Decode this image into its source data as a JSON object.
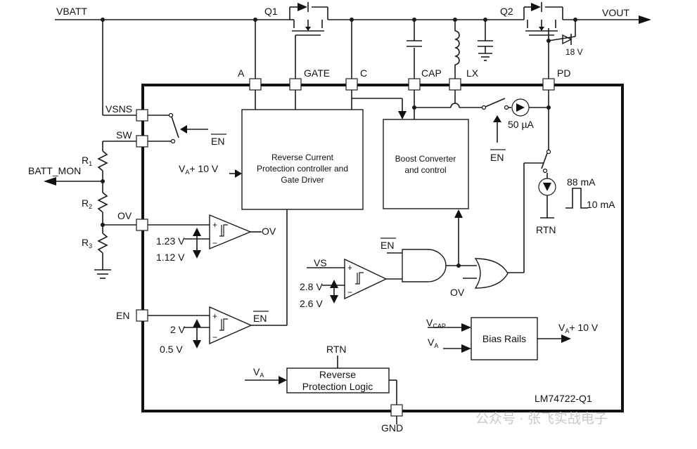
{
  "pins": {
    "vsns": "VSNS",
    "sw": "SW",
    "ov": "OV",
    "en": "EN",
    "a": "A",
    "gate": "GATE",
    "c": "C",
    "cap": "CAP",
    "lx": "LX",
    "pd": "PD",
    "gnd": "GND"
  },
  "nets": {
    "vbatt": "VBATT",
    "vout": "VOUT",
    "batt_mon": "BATT_MON",
    "rtn": "RTN",
    "en_bar": "EN",
    "ov": "OV",
    "vs": "VS",
    "va": "V",
    "va_sub": "A",
    "vcap_sub": "CAP",
    "va_plus10": "+ 10 V"
  },
  "components": {
    "q1": "Q1",
    "q2": "Q2",
    "zener": "18 V",
    "r1": "R",
    "r1_sub": "1",
    "r2": "R",
    "r2_sub": "2",
    "r3": "R",
    "r3_sub": "3"
  },
  "blocks": {
    "rcp_line1": "Reverse Current",
    "rcp_line2": "Protection controller and",
    "rcp_line3": "Gate Driver",
    "boost_line1": "Boost Converter",
    "boost_line2": "and control",
    "bias": "Bias Rails",
    "rpl_line1": "Reverse",
    "rpl_line2": "Protection Logic"
  },
  "values": {
    "i50": "50 µA",
    "i88": "88 mA",
    "i10": "10 mA",
    "ov_hi": "1.23 V",
    "ov_lo": "1.12 V",
    "en_hi": "2 V",
    "en_lo": "0.5 V",
    "vs_hi": "2.8 V",
    "vs_lo": "2.6 V"
  },
  "chip_name": "LM74722-Q1",
  "watermark": "公众号 · 张飞实战电子"
}
